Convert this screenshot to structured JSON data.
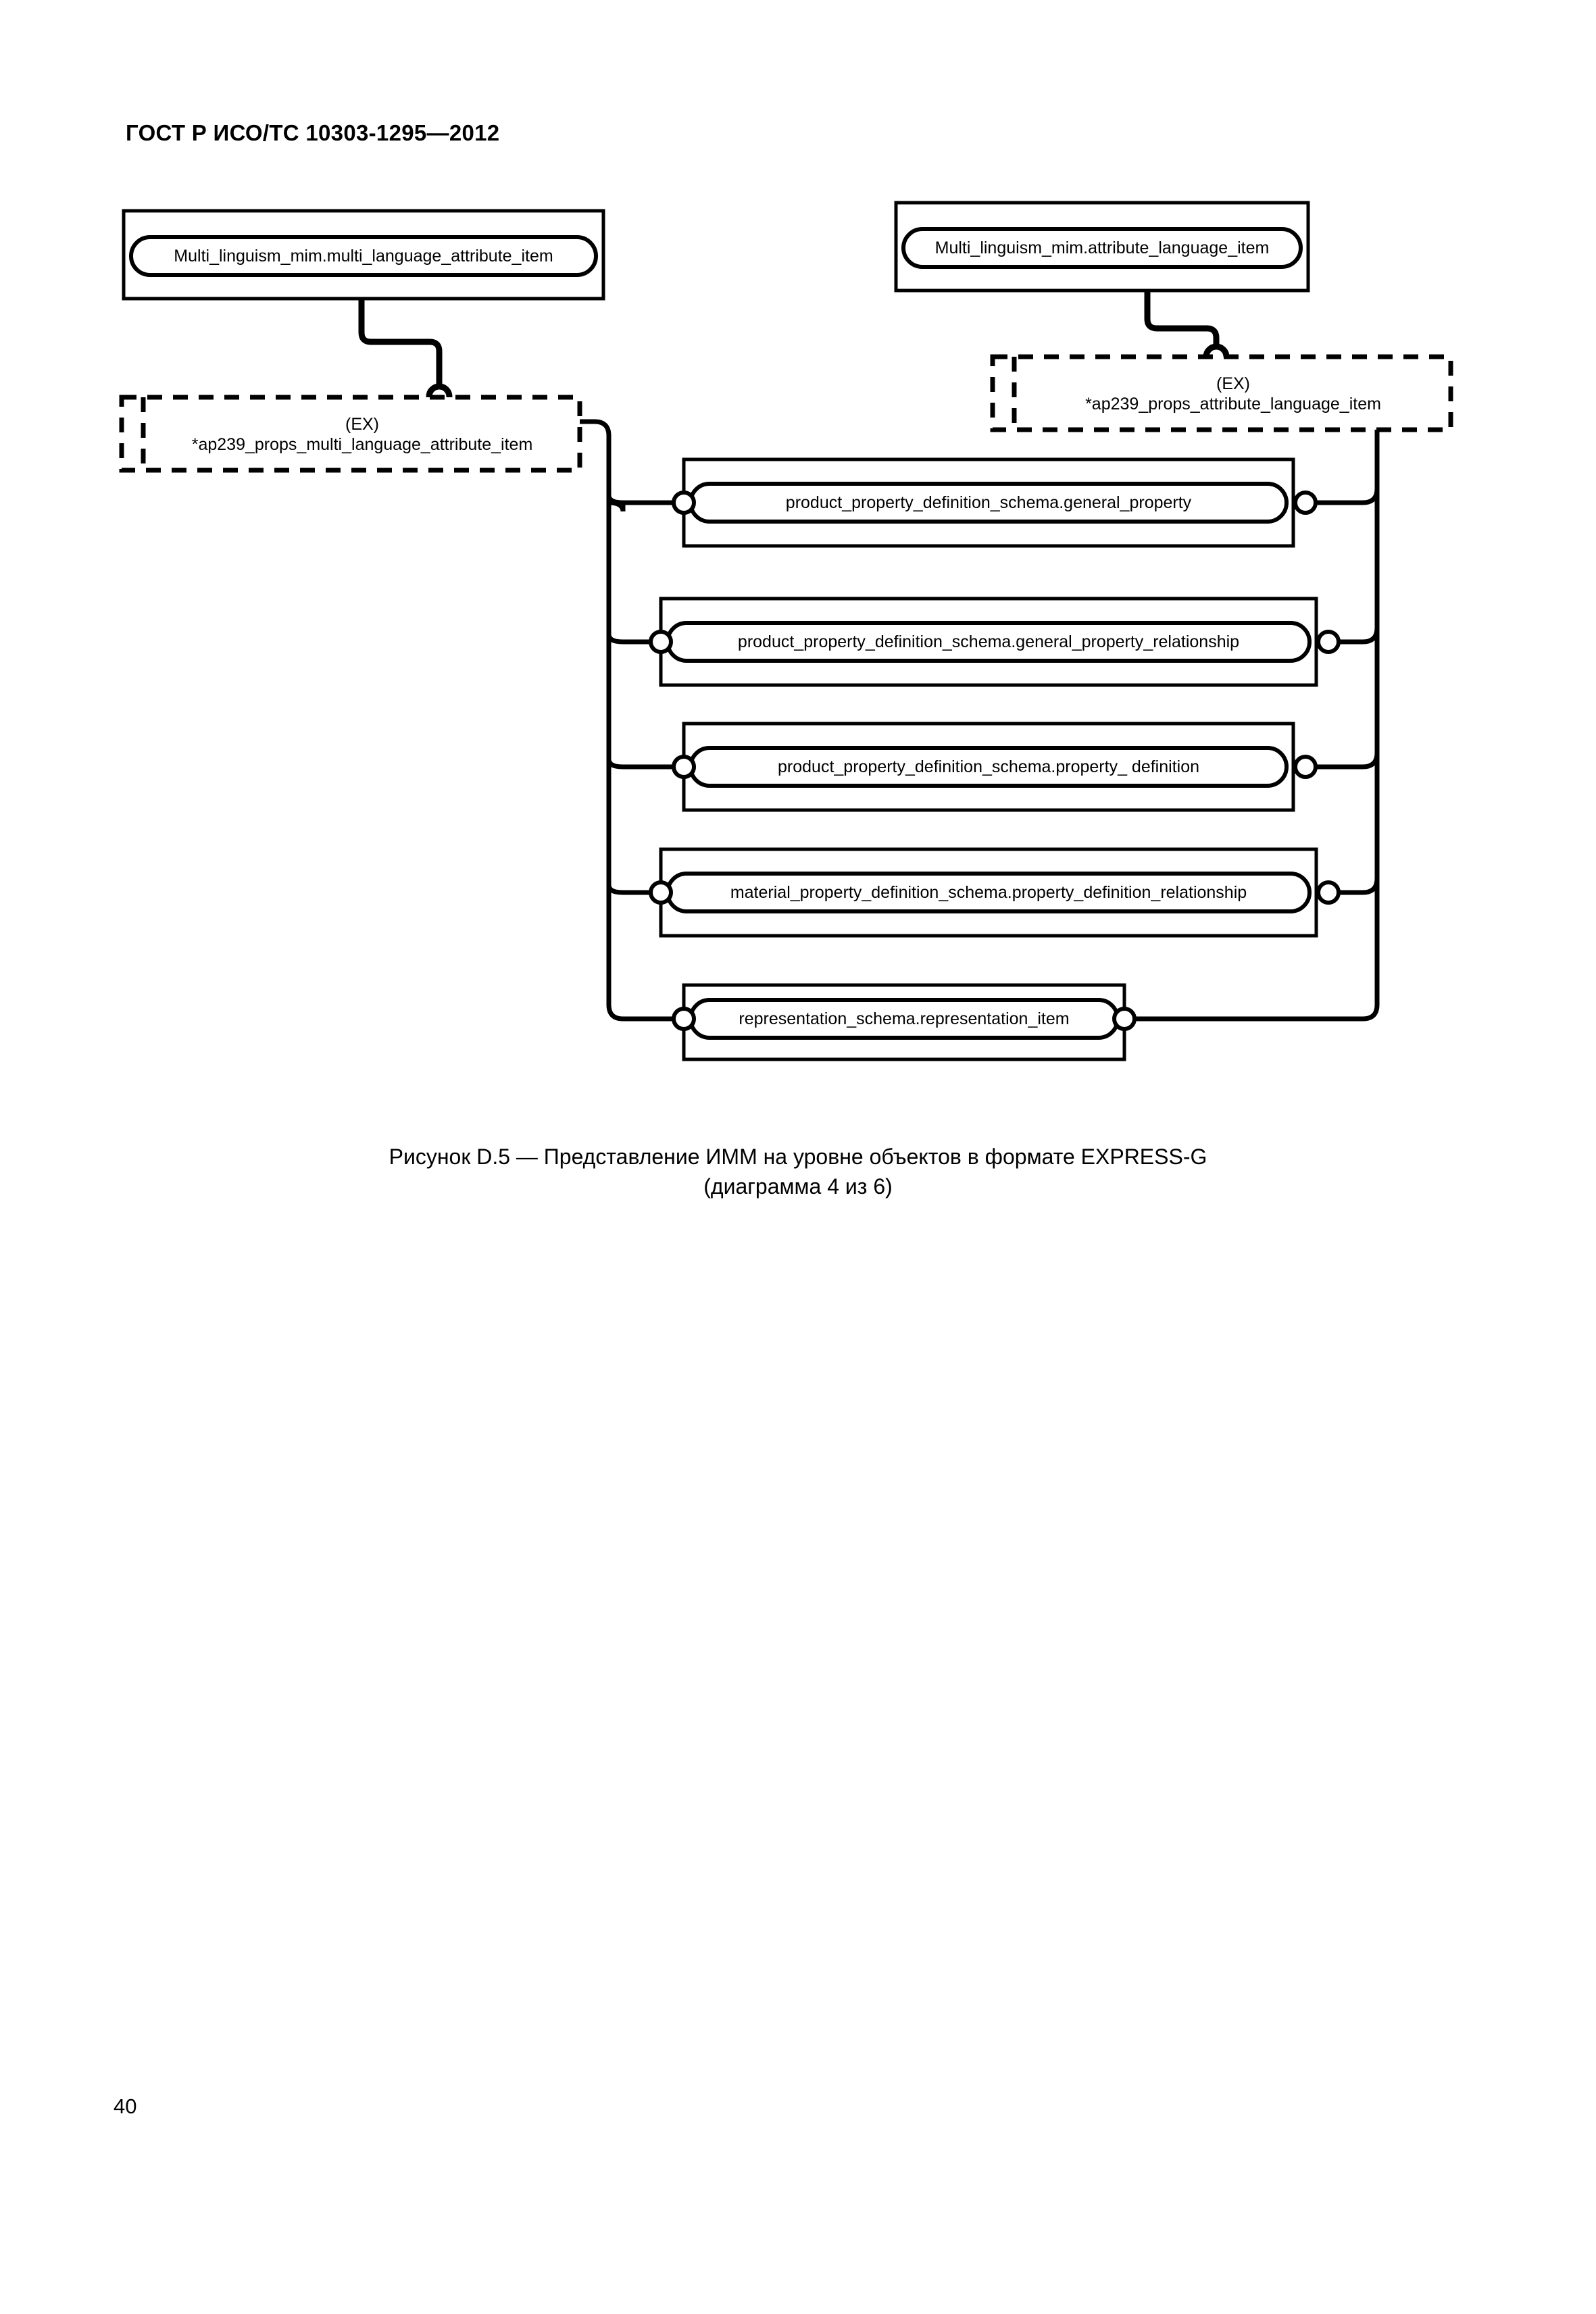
{
  "document": {
    "header": "ГОСТ Р ИСО/ТС 10303-1295—2012",
    "page_number": "40"
  },
  "figure": {
    "caption_line1": "Рисунок D.5 — Представление ИММ на уровне объектов в формате EXPRESS-G",
    "caption_line2": "(диаграмма 4 из 6)",
    "type": "EXPRESS-G entity level diagram",
    "nodes": {
      "schema_top_left": {
        "label": "Multi_linguism_mim.multi_language_attribute_item",
        "kind": "schema-reference-box"
      },
      "schema_top_right": {
        "label": "Multi_linguism_mim.attribute_language_item",
        "kind": "schema-reference-box"
      },
      "ex_left": {
        "tag": "(EX)",
        "label": "*ap239_props_multi_language_attribute_item",
        "kind": "external-schema-box"
      },
      "ex_right": {
        "tag": "(EX)",
        "label": "*ap239_props_attribute_language_item",
        "kind": "external-schema-box"
      },
      "entities": [
        {
          "label": "product_property_definition_schema.general_property"
        },
        {
          "label": "product_property_definition_schema.general_property_relationship"
        },
        {
          "label": "product_property_definition_schema.property_ definition"
        },
        {
          "label": "material_property_definition_schema.property_definition_relationship"
        },
        {
          "label": "representation_schema.representation_item"
        }
      ]
    },
    "colors": {
      "stroke": "#000000",
      "background": "#ffffff"
    }
  }
}
